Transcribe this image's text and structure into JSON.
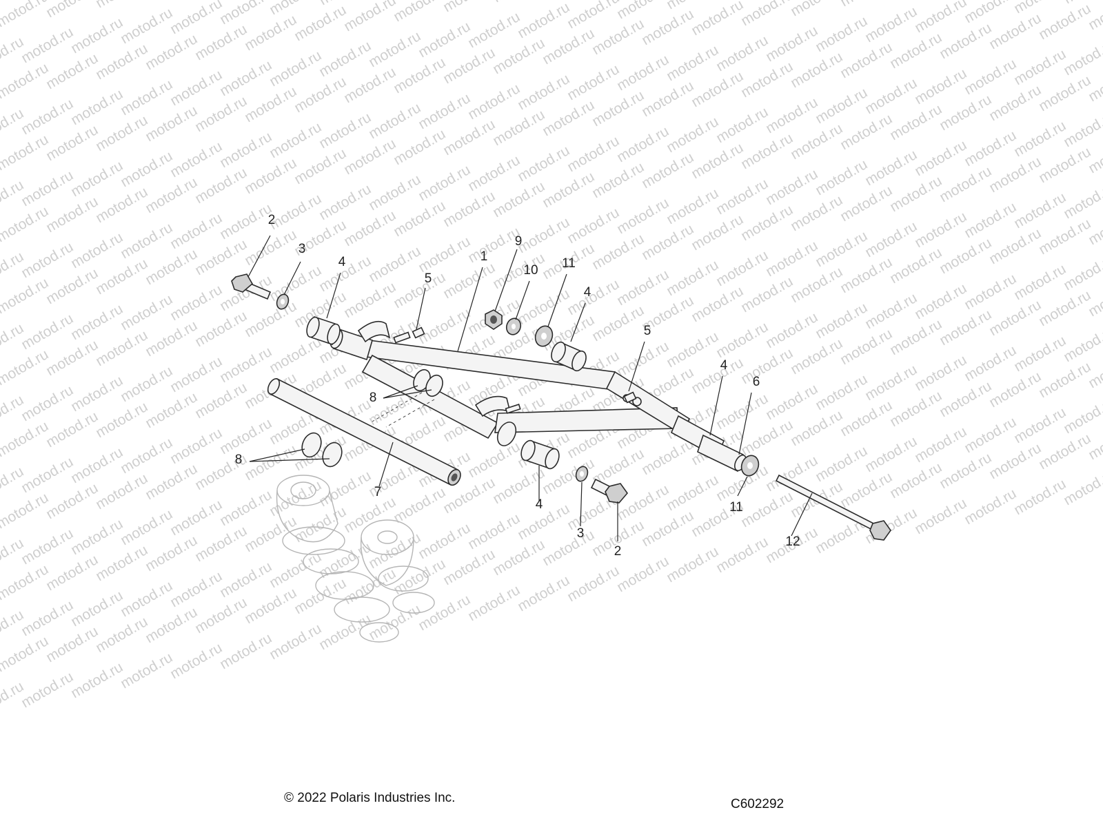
{
  "watermark": "motod.ru",
  "callouts": [
    {
      "id": "c2a",
      "label": "2"
    },
    {
      "id": "c3a",
      "label": "3"
    },
    {
      "id": "c4a",
      "label": "4"
    },
    {
      "id": "c5a",
      "label": "5"
    },
    {
      "id": "c1",
      "label": "1"
    },
    {
      "id": "c9",
      "label": "9"
    },
    {
      "id": "c10",
      "label": "10"
    },
    {
      "id": "c11a",
      "label": "11"
    },
    {
      "id": "c4b",
      "label": "4"
    },
    {
      "id": "c5b",
      "label": "5"
    },
    {
      "id": "c4c",
      "label": "4"
    },
    {
      "id": "c6",
      "label": "6"
    },
    {
      "id": "c8a",
      "label": "8"
    },
    {
      "id": "c8b",
      "label": "8"
    },
    {
      "id": "c7",
      "label": "7"
    },
    {
      "id": "c4d",
      "label": "4"
    },
    {
      "id": "c3b",
      "label": "3"
    },
    {
      "id": "c2b",
      "label": "2"
    },
    {
      "id": "c11b",
      "label": "11"
    },
    {
      "id": "c12",
      "label": "12"
    }
  ],
  "footer": {
    "copyright": "© 2022 Polaris Industries Inc.",
    "figure_id": "C602292"
  }
}
